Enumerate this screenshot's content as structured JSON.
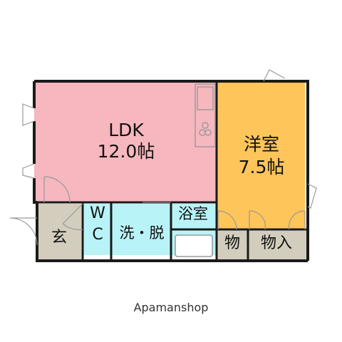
{
  "rooms": {
    "ldk": {
      "name": "LDK",
      "size": "12.0帖",
      "color": "#f6b7bf"
    },
    "western": {
      "name": "洋室",
      "size": "7.5帖",
      "color": "#fdc55a"
    },
    "entrance": {
      "name": "玄",
      "color": "#d2cdbd"
    },
    "wc": {
      "line1": "W",
      "line2": "C",
      "color": "#b8f4f7"
    },
    "washroom": {
      "name": "洗・脱",
      "color": "#b8f4f7"
    },
    "bathroom": {
      "name": "浴室",
      "color": "#b8f4f7"
    },
    "storage_small": {
      "name": "物",
      "color": "#d2cdbd"
    },
    "storage_closet": {
      "name": "物入",
      "color": "#d2cdbd"
    }
  },
  "colors": {
    "wall": "#1a1a1a",
    "fixture": "#9a9a9a"
  },
  "footer": {
    "brand": "Apamanshop"
  }
}
